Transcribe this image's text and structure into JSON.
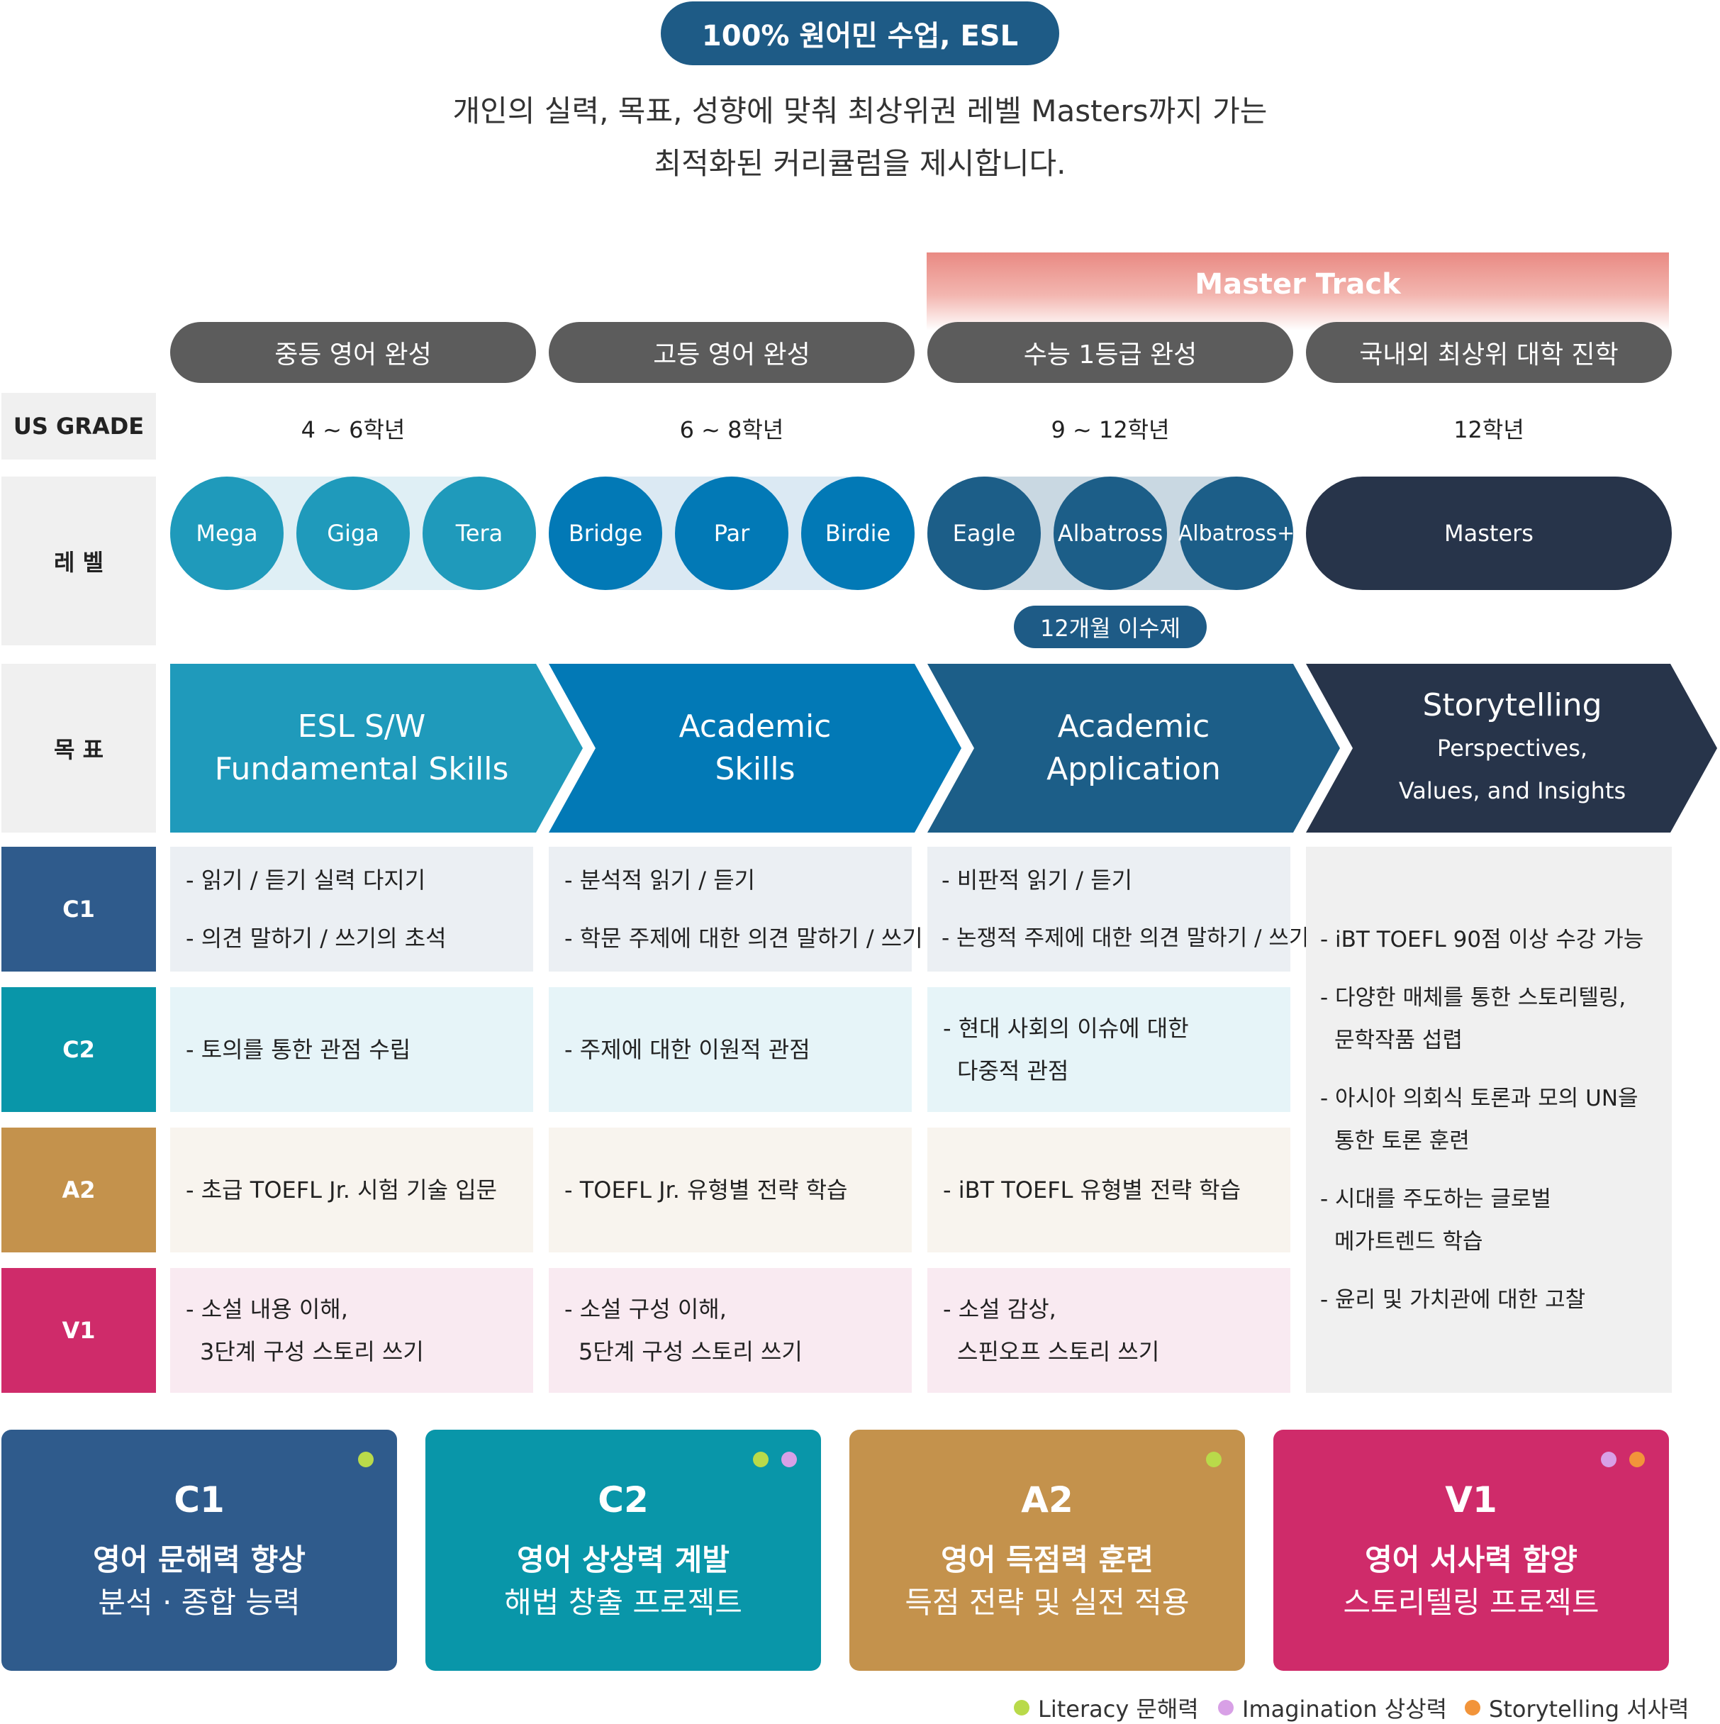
{
  "header": {
    "badge": "100% 원어민 수업, ESL",
    "intro_line1": "개인의 실력, 목표, 성향에 맞춰 최상위권 레벨 Masters까지 가는",
    "intro_line2": "최적화된 커리큘럼을 제시합니다."
  },
  "master_track": "Master Track",
  "stages": [
    "중등 영어 완성",
    "고등 영어 완성",
    "수능 1등급 완성",
    "국내외 최상위 대학 진학"
  ],
  "row_labels": {
    "grade": "US GRADE",
    "level": "레 벨",
    "goal": "목 표"
  },
  "grades": [
    "4 ~ 6학년",
    "6 ~ 8학년",
    "9 ~ 12학년",
    "12학년"
  ],
  "levels": {
    "group1": [
      "Mega",
      "Giga",
      "Tera"
    ],
    "group2": [
      "Bridge",
      "Par",
      "Birdie"
    ],
    "group3": [
      "Eagle",
      "Albatross",
      "Albatross+"
    ],
    "group4": "Masters",
    "note": "12개월 이수제"
  },
  "goals": [
    {
      "line1": "ESL S/W",
      "line2": "Fundamental Skills"
    },
    {
      "line1": "Academic",
      "line2": "Skills"
    },
    {
      "line1": "Academic",
      "line2": "Application"
    },
    {
      "line1": "Storytelling",
      "line2": "Perspectives,",
      "line3": "Values, and Insights"
    }
  ],
  "grid_labels": [
    "C1",
    "C2",
    "A2",
    "V1"
  ],
  "grid": {
    "c1": [
      [
        "- 읽기 / 듣기 실력 다지기",
        "- 의견 말하기 / 쓰기의 초석"
      ],
      [
        "- 분석적 읽기 / 듣기",
        "- 학문 주제에 대한 의견 말하기 / 쓰기"
      ],
      [
        "- 비판적 읽기 / 듣기",
        "- 논쟁적 주제에 대한 의견 말하기 / 쓰기"
      ]
    ],
    "c2": [
      [
        "- 토의를 통한 관점 수립"
      ],
      [
        "- 주제에 대한 이원적 관점"
      ],
      [
        "- 현대 사회의 이슈에 대한",
        "다중적 관점"
      ]
    ],
    "a2": [
      [
        "- 초급 TOEFL Jr. 시험 기술 입문"
      ],
      [
        "- TOEFL Jr. 유형별 전략 학습"
      ],
      [
        "- iBT TOEFL 유형별 전략 학습"
      ]
    ],
    "v1": [
      [
        "- 소설 내용 이해,",
        "3단계 구성 스토리 쓰기"
      ],
      [
        "- 소설 구성 이해,",
        "5단계 구성 스토리 쓰기"
      ],
      [
        "- 소설 감상,",
        "스핀오프 스토리 쓰기"
      ]
    ],
    "masters": [
      "-  iBT TOEFL 90점 이상 수강 가능",
      "- 다양한 매체를 통한 스토리텔링,",
      "문학작품 섭렵",
      "- 아시아 의회식 토론과 모의 UN을",
      "통한 토론 훈련",
      "- 시대를 주도하는 글로벌",
      "메가트렌드 학습",
      "- 윤리 및 가치관에 대한 고찰"
    ]
  },
  "cards": [
    {
      "code": "C1",
      "title": "영어 문해력 향상",
      "sub": "분석 · 종합 능력"
    },
    {
      "code": "C2",
      "title": "영어 상상력 계발",
      "sub": "해법 창출 프로젝트"
    },
    {
      "code": "A2",
      "title": "영어 득점력 훈련",
      "sub": "득점 전략 및 실전 적용"
    },
    {
      "code": "V1",
      "title": "영어 서사력 함양",
      "sub": "스토리텔링 프로젝트"
    }
  ],
  "legend": [
    "Literacy 문해력",
    "Imagination 상상력",
    "Storytelling 서사력"
  ],
  "colors": {
    "c1": "#2f5b8c",
    "c2": "#0996a9",
    "a2": "#c4924c",
    "v1": "#cf2b6a",
    "literacy": "#b9da4a",
    "imagination": "#d8a0e6",
    "storytelling": "#f2943a",
    "goal1": "#1f9abb",
    "goal2": "#0279b6",
    "goal3": "#1c5e88",
    "goal4": "#27344a"
  }
}
